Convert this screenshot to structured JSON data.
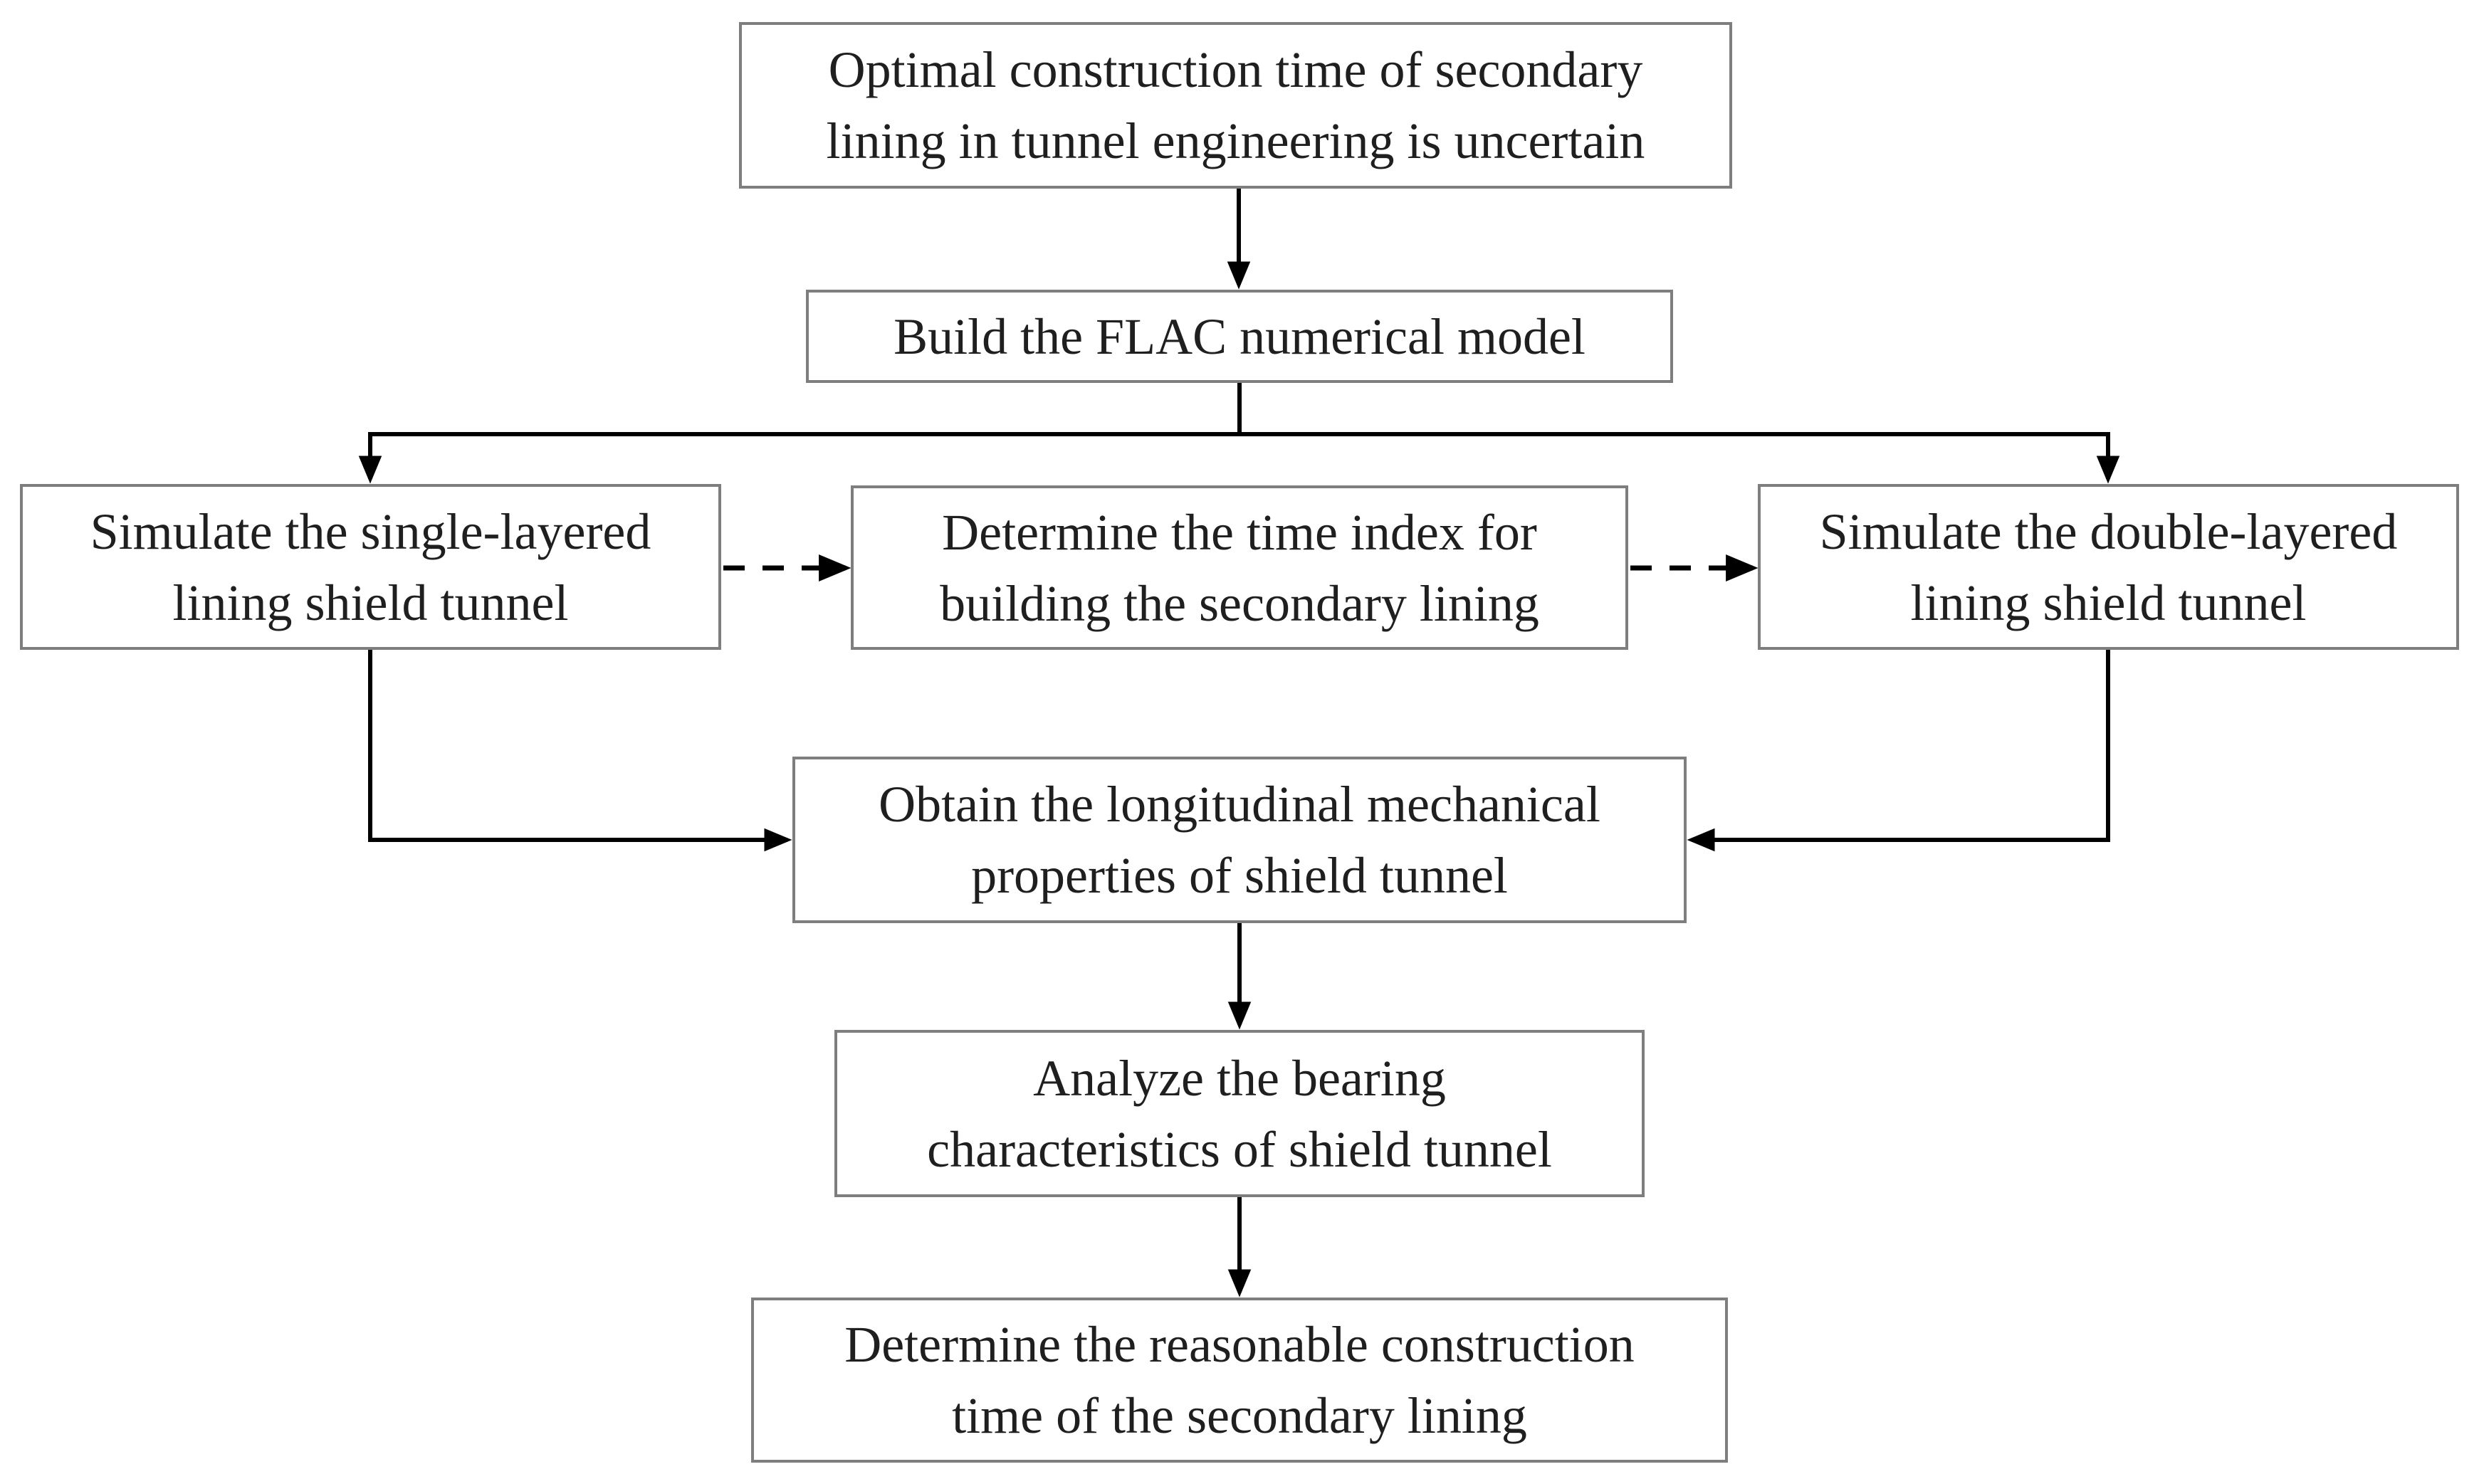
{
  "figure": {
    "type": "flowchart",
    "colors": {
      "background": "#ffffff",
      "box_fill": "#ffffff",
      "box_border": "#7e7e7e",
      "arrow": "#000000",
      "text": "#1f1f1f"
    },
    "nodes": [
      {
        "id": "problem",
        "lines": [
          "Optimal construction time of secondary",
          "lining in tunnel engineering is uncertain"
        ]
      },
      {
        "id": "flac",
        "lines": [
          "Build the FLAC numerical model"
        ]
      },
      {
        "id": "single",
        "lines": [
          "Simulate the single-layered",
          "lining shield tunnel"
        ]
      },
      {
        "id": "time-index",
        "lines": [
          "Determine the time index for",
          "building the secondary lining"
        ]
      },
      {
        "id": "double",
        "lines": [
          "Simulate the double-layered",
          "lining shield tunnel"
        ]
      },
      {
        "id": "obtain",
        "lines": [
          "Obtain the longitudinal mechanical",
          "properties of shield tunnel"
        ]
      },
      {
        "id": "analyze",
        "lines": [
          "Analyze the bearing",
          "characteristics of shield tunnel"
        ]
      },
      {
        "id": "determine",
        "lines": [
          "Determine the reasonable construction",
          "time of the secondary lining"
        ]
      }
    ],
    "edges": [
      {
        "from": "problem",
        "to": "flac",
        "style": "solid"
      },
      {
        "from": "flac",
        "to": "single",
        "style": "solid"
      },
      {
        "from": "flac",
        "to": "double",
        "style": "solid"
      },
      {
        "from": "single",
        "to": "time-index",
        "style": "dashed"
      },
      {
        "from": "time-index",
        "to": "double",
        "style": "dashed"
      },
      {
        "from": "single",
        "to": "obtain",
        "style": "solid"
      },
      {
        "from": "double",
        "to": "obtain",
        "style": "solid"
      },
      {
        "from": "obtain",
        "to": "analyze",
        "style": "solid"
      },
      {
        "from": "analyze",
        "to": "determine",
        "style": "solid"
      }
    ]
  }
}
